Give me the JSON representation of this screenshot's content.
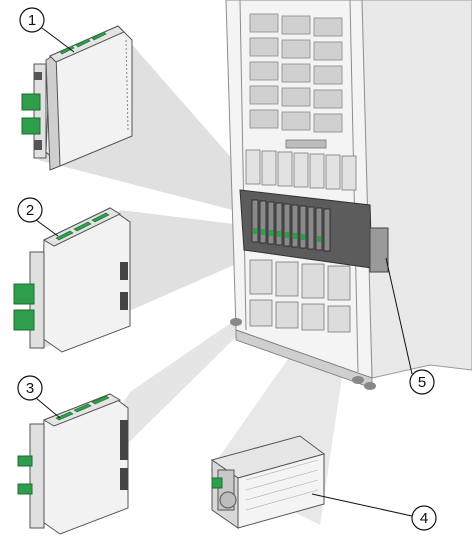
{
  "callouts": [
    {
      "label": "1"
    },
    {
      "label": "2"
    },
    {
      "label": "3"
    },
    {
      "label": "4"
    },
    {
      "label": "5"
    }
  ],
  "colors": {
    "accent_green": "#2e9e4a",
    "dark_green": "#1f6b34",
    "cabinet_light": "#f2f2f2",
    "cabinet_mid": "#d8d8d8",
    "cabinet_dark": "#6e6e6e",
    "projection": "#cfcfcf"
  }
}
